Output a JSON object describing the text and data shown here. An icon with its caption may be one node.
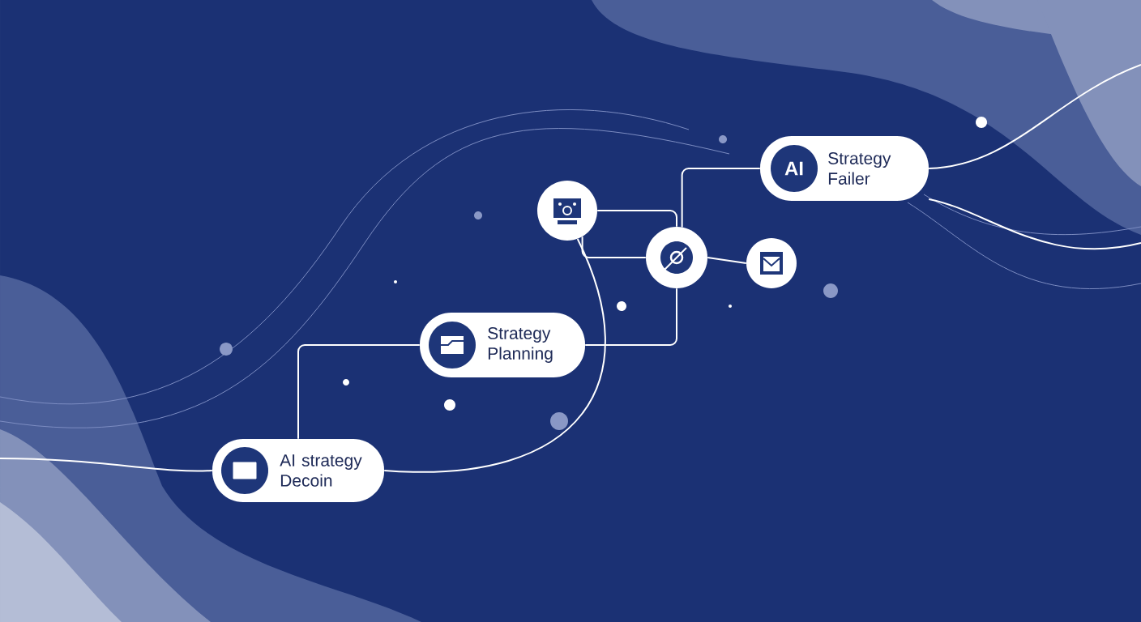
{
  "diagram": {
    "nodes": [
      {
        "text": [
          "AI strategy Decoin"
        ]
      },
      {
        "text": [
          "Strategy Planning"
        ]
      },
      {
        "text": [],
        "shape": "circle"
      },
      {
        "text": [],
        "shape": "circle"
      },
      {
        "text": [],
        "shape": "circle"
      },
      {
        "text": [
          "AI",
          "Strategy Failer"
        ]
      }
    ],
    "edges": [
      {
        "from": 0,
        "to": 1,
        "arrow": "none"
      },
      {
        "from": null,
        "to": 0,
        "arrow": "none"
      },
      {
        "from": 0,
        "to": 2,
        "arrow": "none"
      },
      {
        "from": 1,
        "to": 3,
        "arrow": "none"
      },
      {
        "from": 2,
        "to": 3,
        "arrow": "none"
      },
      {
        "from": 2,
        "to": 3,
        "arrow": "none"
      },
      {
        "from": 3,
        "to": 5,
        "arrow": "none"
      },
      {
        "from": 3,
        "to": 4,
        "arrow": "none"
      },
      {
        "from": 5,
        "to": null,
        "arrow": "none"
      },
      {
        "from": 5,
        "to": null,
        "arrow": "none"
      }
    ]
  }
}
